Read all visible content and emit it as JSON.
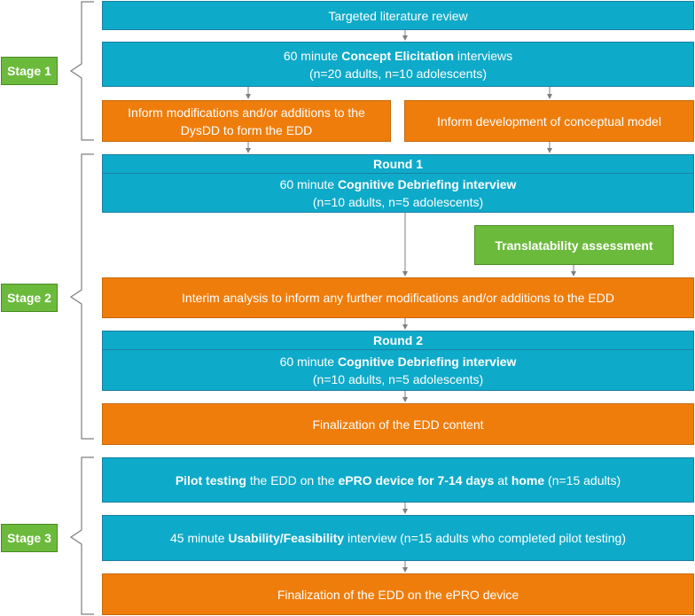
{
  "stages": [
    "Stage 1",
    "Stage 2",
    "Stage 3"
  ],
  "boxes": {
    "lit_review": "Targeted literature review",
    "concept": {
      "pre": "60 minute ",
      "bold": "Concept Elicitation",
      "post": " interviews",
      "line2": "(n=20 adults, n=10 adolescents)"
    },
    "inform_mod": {
      "line1": "Inform modifications and/or additions to the",
      "line2": "DysDD to form the EDD"
    },
    "inform_model": "Inform development of conceptual model",
    "round1": {
      "title": "Round 1",
      "pre": "60 minute ",
      "bold": "Cognitive Debriefing interview",
      "line2": "(n=10 adults, n=5 adolescents)"
    },
    "translatability": "Translatability assessment",
    "interim": "Interim analysis to inform any further modifications and/or additions to the EDD",
    "round2": {
      "title": "Round 2",
      "pre": "60 minute ",
      "bold": "Cognitive Debriefing interview",
      "line2": "(n=10 adults, n=5 adolescents)"
    },
    "finalization_content": "Finalization of the EDD content",
    "pilot": {
      "b1": "Pilot testing",
      "t1": " the EDD on the ",
      "b2": "ePRO device for 7-14 days",
      "t2": " at ",
      "b3": "home",
      "t3": " (n=15 adults)"
    },
    "usability": {
      "pre": "45 minute ",
      "bold": "Usability/Feasibility",
      "post": " interview (n=15 adults who completed pilot testing)"
    },
    "finalization_device": "Finalization of the EDD on the ePRO device"
  },
  "colors": {
    "blue": "#0eaac9",
    "orange": "#ef7d0c",
    "green": "#6cba3c",
    "line": "#7f7f7f"
  }
}
